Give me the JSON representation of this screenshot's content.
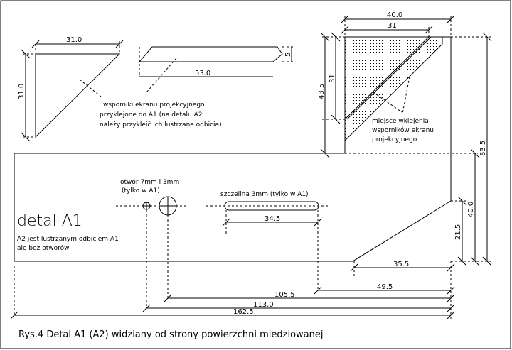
{
  "drawing": {
    "caption": "Rys.4 Detal A1 (A2) widziany od strony powierzchni miedziowanej",
    "detail_title": "detal A1",
    "detail_note": [
      "A2 jest lustrzanym odbiciem A1",
      "ale bez otworów"
    ],
    "bracket_note": [
      "wspomiki ekranu projekcyjnego",
      "przyklejone do A1 (na detalu A2",
      "należy przykleić ich lustrzane odbicia)"
    ],
    "glue_note": [
      "miejsce wklejenia",
      "wsporników ekranu",
      "projekcyjnego"
    ],
    "hole_note": [
      "otwór 7mm i 3mm",
      "(tylko w A1)"
    ],
    "slot_note": "szczelina 3mm (tylko w A1)",
    "dims": {
      "tri_w": "31.0",
      "tri_h": "31.0",
      "bar_len": "53.0",
      "bar_h": "5",
      "top_40": "40.0",
      "top_31": "31",
      "h_435": "43.5",
      "h_31": "31",
      "h_835": "83.5",
      "h_400": "40.0",
      "h_215": "21.5",
      "slot": "34.5",
      "d355": "35.5",
      "d495": "49.5",
      "d1055": "105.5",
      "d1130": "113.0",
      "d1625": "162.5"
    }
  }
}
